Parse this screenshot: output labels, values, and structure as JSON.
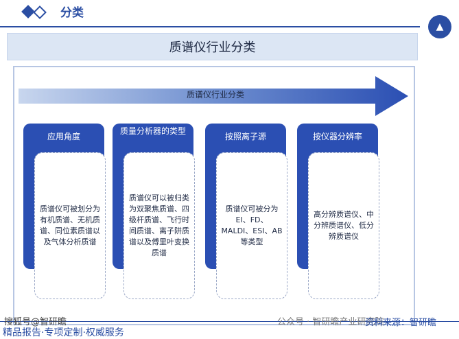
{
  "header": {
    "section_title": "分类",
    "logo_icon": "company-logo-icon"
  },
  "banner": {
    "title": "质谱仪行业分类"
  },
  "arrow": {
    "label": "质谱仪行业分类"
  },
  "cards": [
    {
      "title": "应用角度",
      "body": "质谱仪可被划分为有机质谱、无机质谱、同位素质谱以及气体分析质谱"
    },
    {
      "title": "质量分析器的类型",
      "body": "质谱仪可以被归类为双聚焦质谱、四级杆质谱、飞行时间质谱、离子阱质谱以及傅里叶变换质谱"
    },
    {
      "title": "按照离子源",
      "body": "质谱仪可被分为EI、FD、MALDI、ESI、AB等类型"
    },
    {
      "title": "按仪器分辨率",
      "body": "高分辨质谱仪、中分辨质谱仪、低分辨质谱仪"
    }
  ],
  "footer": {
    "left": "精品报告·专项定制·权威服务",
    "watermark": "搜狐号@智研瞻",
    "wechat": "公众号 · 智研瞻产业研究院",
    "source": "资料来源：智研瞻"
  },
  "colors": {
    "primary": "#2b4ea3",
    "card": "#2b4fb3",
    "banner": "#dce6f4"
  }
}
